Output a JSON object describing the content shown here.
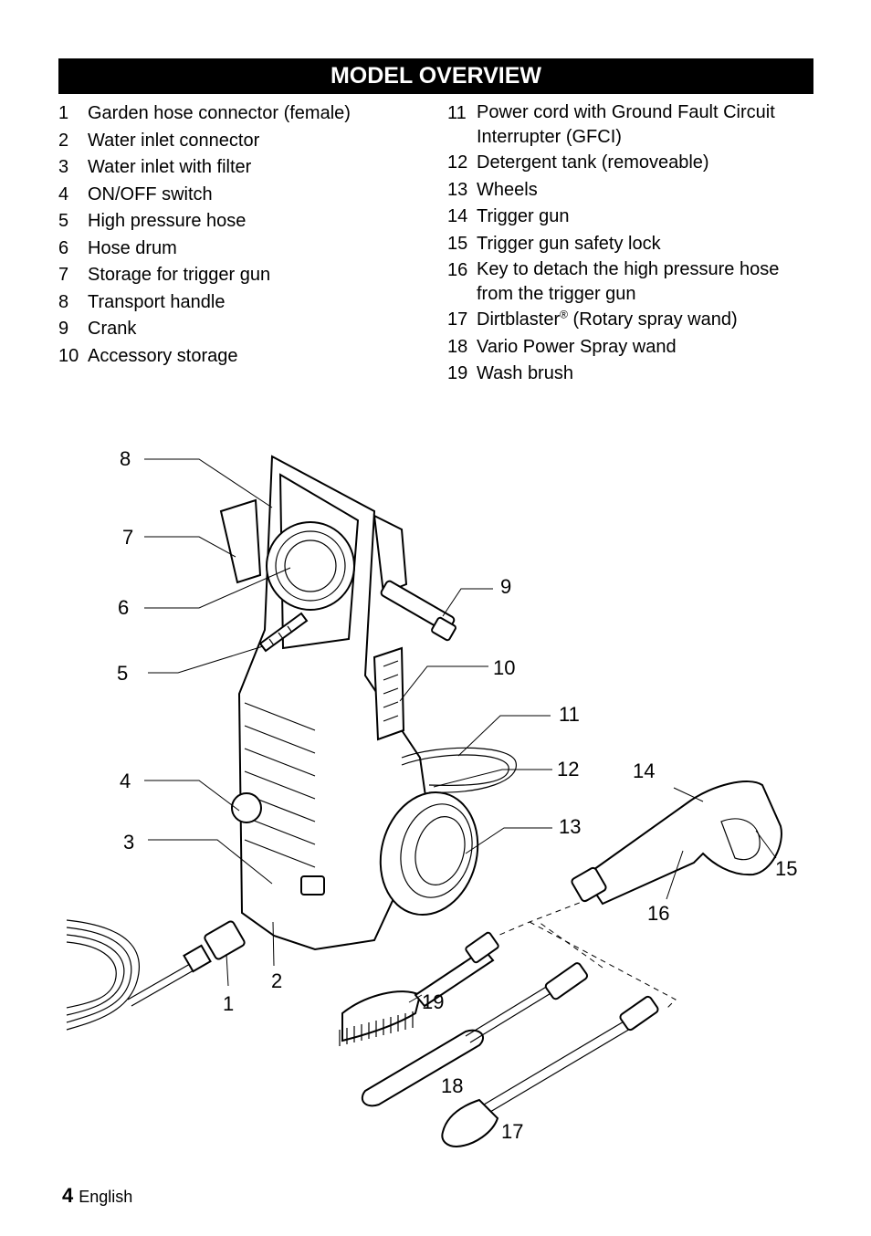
{
  "title": "MODEL OVERVIEW",
  "left_items": [
    {
      "num": "1",
      "text": "Garden hose connector (female)"
    },
    {
      "num": "2",
      "text": "Water inlet connector"
    },
    {
      "num": "3",
      "text": "Water inlet with filter"
    },
    {
      "num": "4",
      "text": "ON/OFF switch"
    },
    {
      "num": "5",
      "text": "High pressure hose"
    },
    {
      "num": "6",
      "text": "Hose drum"
    },
    {
      "num": "7",
      "text": "Storage for trigger gun"
    },
    {
      "num": "8",
      "text": "Transport handle"
    },
    {
      "num": "9",
      "text": "Crank"
    },
    {
      "num": "10",
      "text": "Accessory storage"
    }
  ],
  "right_items": [
    {
      "num": "11",
      "text": "Power cord with Ground Fault Circuit\nInterrupter (GFCI)"
    },
    {
      "num": "12",
      "text": "Detergent tank (removeable)"
    },
    {
      "num": "13",
      "text": "Wheels"
    },
    {
      "num": "14",
      "text": "Trigger gun"
    },
    {
      "num": "15",
      "text": "Trigger gun safety lock"
    },
    {
      "num": "16",
      "text": "Key to detach the high pressure hose\nfrom the trigger gun"
    },
    {
      "num": "17",
      "text": "Dirtblaster",
      "reg": "®",
      "suffix": " (Rotary spray wand)"
    },
    {
      "num": "18",
      "text": "Vario Power Spray wand"
    },
    {
      "num": "19",
      "text": "Wash brush"
    }
  ],
  "diagram_labels": [
    "1",
    "2",
    "3",
    "4",
    "5",
    "6",
    "7",
    "8",
    "9",
    "10",
    "11",
    "12",
    "13",
    "14",
    "15",
    "16",
    "17",
    "18",
    "19"
  ],
  "footer": {
    "page": "4",
    "language": "English"
  }
}
